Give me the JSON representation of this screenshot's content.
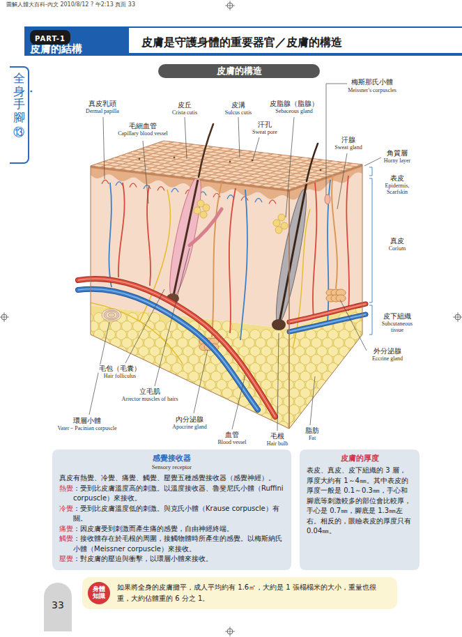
{
  "diagram": {
    "nodes": [
      {
        "text": [
          "皮膚的結構",
          "皮膚是守護身體的重要器官／皮膚的構造"
        ]
      },
      {
        "text": [
          "PART-1"
        ],
        "in": 0
      },
      {
        "text": [
          "全身・手腳",
          "⑬"
        ]
      },
      {
        "text": [
          "皮膚的構造"
        ]
      },
      {
        "text": [
          "感覺接收器",
          "Sensory receptor",
          "真皮有熱覺、冷覺、痛覺、觸覺、壓覺五種感覺接收器（感覺神經）。",
          "熱覺",
          "：受到比皮膚溫度高的刺激。以溫度接收器、魯斐尼氏小體（Ruffini corpuscle）來接收。",
          "冷覺",
          "：受到比皮膚溫度低的刺激。與克氏小體（Krause corpuscle）有關。",
          "痛覺",
          "：因皮膚受到刺激而產生痛的感覺，自由神經終端。",
          "觸覺",
          "：接收體存在於毛根的周圍，接觸物體時所產生的感覺。以梅斯納氏小體（Meissner corpuscle）來接收。",
          "壓覺",
          "：對皮膚的壓迫與衝擊，以環層小體來接收。"
        ]
      },
      {
        "text": [
          "皮膚的厚度",
          "表皮、真皮、皮下組織的 3 層，厚度大約有 1～4㎜。其中表皮的厚度一般是 0.1～0.3㎜，手心和腳底等刺激較多的部位會比較厚，手心是 0.7㎜，腳底是 1.3㎜左右。相反的，眼瞼表皮的厚度只有 0.04㎜。"
        ]
      },
      {
        "text": [
          "如果將全身的皮膚攤平，成人平均約有 1.6㎡，大約是 1 張榻榻米的大小，重量也很重，大約佔體重的 6 分之 1。"
        ]
      },
      {
        "text": [
          "身體知識"
        ],
        "in": 6
      },
      {
        "text": [
          "33"
        ]
      }
    ],
    "labels": [
      "圖解人體大百科-內文 2010/8/12 ? 午2:13 頁面 33",
      "真皮乳頭",
      "Dermal papilla",
      "皮丘",
      "Crista cutis",
      "皮溝",
      "Sulcus cutis",
      "皮脂腺（脂腺）",
      "Sebaceous gland",
      "梅斯那氏小體",
      "Meissner's corpuscles",
      "毛細血管",
      "Capillary blood vessel",
      "汗孔",
      "Sweat pore",
      "汗腺",
      "Sweat gland",
      "角質層",
      "Horny layer",
      "表皮",
      "Epidermis, Scarfskin",
      "真皮",
      "Corium",
      "皮下組織",
      "Subcutaneous tissue",
      "毛包（毛囊）",
      "Hair folliculus",
      "立毛肌",
      "Arrector muscles of hairs",
      "外分泌腺",
      "Eccrine gland",
      "環層小體",
      "Vater－Pacinian corpuscle",
      "內分泌腺",
      "Apocrine gland",
      "血管",
      "Blood vessel",
      "毛根",
      "Hair bulb",
      "脂肪",
      "Fat"
    ]
  }
}
